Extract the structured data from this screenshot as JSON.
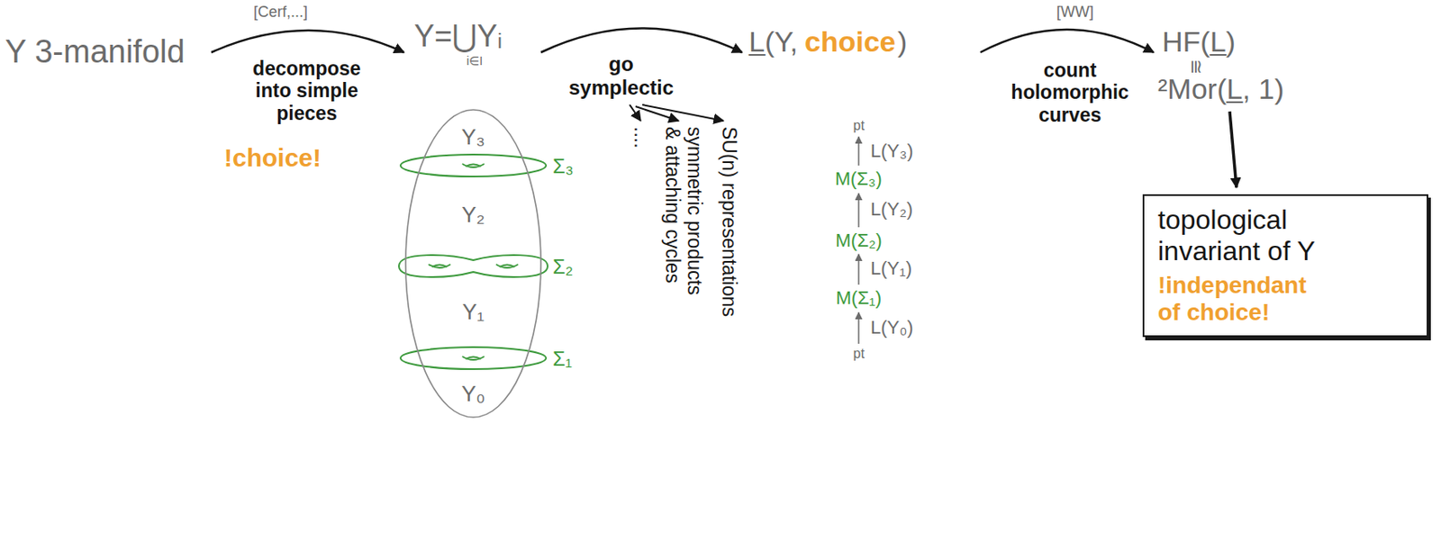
{
  "diagram": {
    "nodes": [
      {
        "text": [
          "Y₃",
          "Y₂",
          "Y₁",
          "Y₀"
        ]
      },
      {
        "text": [
          "topological invariant of Y",
          "!independant of choice!"
        ]
      }
    ],
    "labels": [
      "Y 3-manifold",
      "[Cerf,...]",
      "decompose into simple pieces",
      "!choice!",
      "Y=⋃Yᵢ",
      "i∈I",
      "Σ₃",
      "Σ₂",
      "Σ₁",
      "go symplectic",
      "....",
      "symmetric products & attaching cycles",
      "SU(n) representations",
      "L̲(Y,",
      "choice",
      ")",
      "pt",
      "L(Y₃)",
      "M(Σ₃)",
      "L(Y₂)",
      "M(Σ₂)",
      "L(Y₁)",
      "M(Σ₁)",
      "L(Y₀)",
      "pt",
      "[WW]",
      "count holomorphic curves",
      "HF(L̲)",
      "≅",
      "²Mor(L̲, 1)"
    ]
  }
}
